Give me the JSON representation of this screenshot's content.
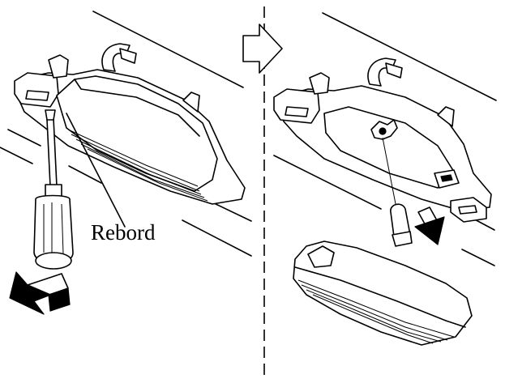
{
  "labels": {
    "rebord": "Rebord"
  },
  "panels": [
    {
      "name": "remove-lens-step",
      "tool": "screwdriver-icon",
      "action": "push-arrow-icon"
    },
    {
      "name": "replace-bulb-step",
      "action": "down-arrow-icon"
    }
  ],
  "separator": "dashed",
  "step_indicator": "right-arrow-icon",
  "colors": {
    "line": "#000000",
    "background": "#ffffff"
  }
}
